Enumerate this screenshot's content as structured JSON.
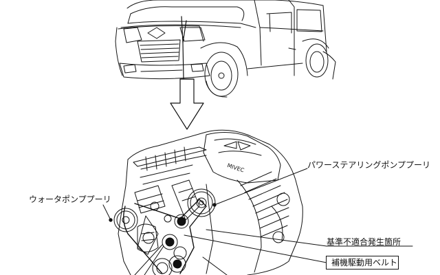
{
  "labels": {
    "power_steering_pulley": "パワーステアリングポンププーリ",
    "water_pump_pulley": "ウォータポンププーリ",
    "nonconformity_location": "基準不適合発生箇所",
    "auxiliary_drive_belt": "補機駆動用ベルト"
  },
  "vehicle_badge": "MIVEC",
  "colors": {
    "line": "#111111",
    "background": "#ffffff"
  }
}
